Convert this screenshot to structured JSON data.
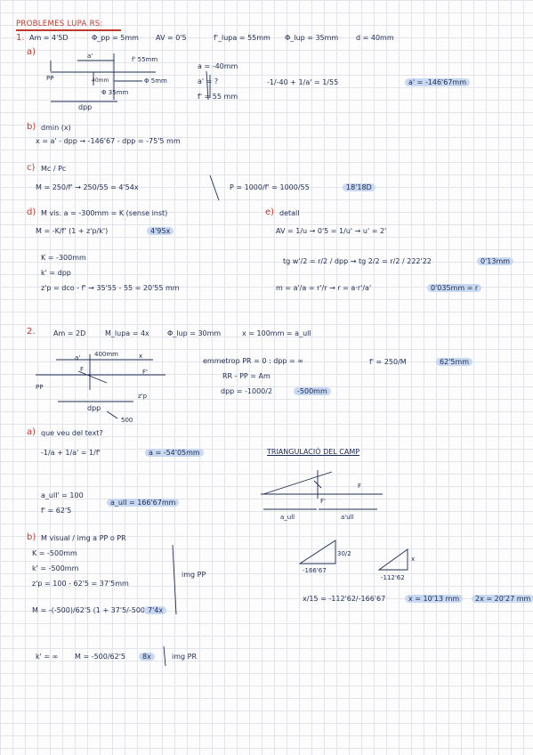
{
  "title": "PROBLEMES LUPA RS:",
  "p1": {
    "number": "1.",
    "given": [
      "Am = 4'5D",
      "Φ_pp = 5mm",
      "AV = 0'5",
      "f'_lupa = 55mm",
      "Φ_lup = 35mm",
      "d = 40mm"
    ],
    "a": {
      "label": "a)",
      "diagram": {
        "pp": "PP",
        "a_prime": "a'",
        "f_prime": "f' 55mm",
        "dist40": "40mm",
        "phi5": "Φ 5mm",
        "phi35": "Φ 35mm",
        "dpp": "dpp"
      },
      "values": [
        "a = -40mm",
        "a' = ?",
        "f' = 55 mm"
      ],
      "equation": "-1/-40 + 1/a' = 1/55",
      "result": "a' = -146'67mm"
    },
    "b": {
      "label": "b)",
      "heading": "dmin (x)",
      "equation": "x = a' - dpp → -146'67 - dpp = -75'5 mm"
    },
    "c": {
      "label": "c)",
      "heading": "Mc / Pc",
      "m_eq": "M = 250/f' → 250/55 = 4'54x",
      "p_eq": "P = 1000/f' = 1000/55",
      "p_result": "18'18D"
    },
    "d": {
      "label": "d)",
      "heading": "M vis. a = -300mm = K (sense inst)",
      "m_eq": "M = -K/f' (1 + z'p/k')",
      "m_result": "4'95x",
      "lines": [
        "K = -300mm",
        "k' = dpp",
        "z'p = dco - f' → 35'55 - 55 = 20'55 mm"
      ]
    },
    "e": {
      "label": "e)",
      "heading": "detall",
      "av_eq": "AV = 1/u → 0'5 = 1/u' → u' = 2'",
      "tg_eq": "tg w'/2 = r/2 / dpp → tg 2/2 = r/2 / 222'22",
      "tg_result": "0'13mm",
      "m_eq": "m = a'/a = r'/r → r = a·r'/a'",
      "m_result": "0'035mm = r"
    }
  },
  "p2": {
    "number": "2.",
    "given": [
      "Am = 2D",
      "M_lupa = 4x",
      "Φ_lup = 30mm",
      "x = 100mm = a_ull"
    ],
    "diagram": {
      "dist400": "400mm",
      "a_prime": "a'",
      "x": "x",
      "f": "F",
      "f_prime": "F'",
      "pp": "PP",
      "z_p": "z'p",
      "dpp": "dpp",
      "dist500": "500"
    },
    "emmetrop": [
      "emmetrop PR = 0 : dpp = ∞",
      "RR - PP = Am",
      "dpp = -1000/2"
    ],
    "emmetrop_result": "-500mm",
    "fprime": "f' = 250/M",
    "fprime_result": "62'5mm",
    "a": {
      "label": "a)",
      "heading": "que veu del text?",
      "equation": "-1/a + 1/a' = 1/f'",
      "result": "a = -54'05mm",
      "values": [
        "a_ull' = 100",
        "f' = 62'5"
      ],
      "a_ull": "a_ull = 166'67mm"
    },
    "triangle": {
      "heading": "TRIANGULACIÓ DEL CAMP",
      "f": "F",
      "f_prime": "F'",
      "a_ull": "a_ull",
      "a_ull_prime": "a'ull"
    },
    "b": {
      "label": "b)",
      "heading": "M visual / img a PP o PR",
      "lines": [
        "K = -500mm",
        "k' = -500mm",
        "z'p = 100 - 62'5 = 37'5mm"
      ],
      "m_eq": "M = -(-500)/62'5 (1 + 37'5/-500)",
      "m_result": "7'4x",
      "img_pp": "img PP",
      "k_inf": "k' = ∞",
      "m2_eq": "M = -500/62'5",
      "m2_result": "8x",
      "img_pr": "img PR"
    },
    "tri2": {
      "labels": [
        "-166'67",
        "30/2",
        "-112'62",
        "x"
      ],
      "eq": "x/15 = -112'62/-166'67",
      "x_result": "x = 10'13 mm",
      "two_x": "2x = 20'27 mm"
    }
  }
}
